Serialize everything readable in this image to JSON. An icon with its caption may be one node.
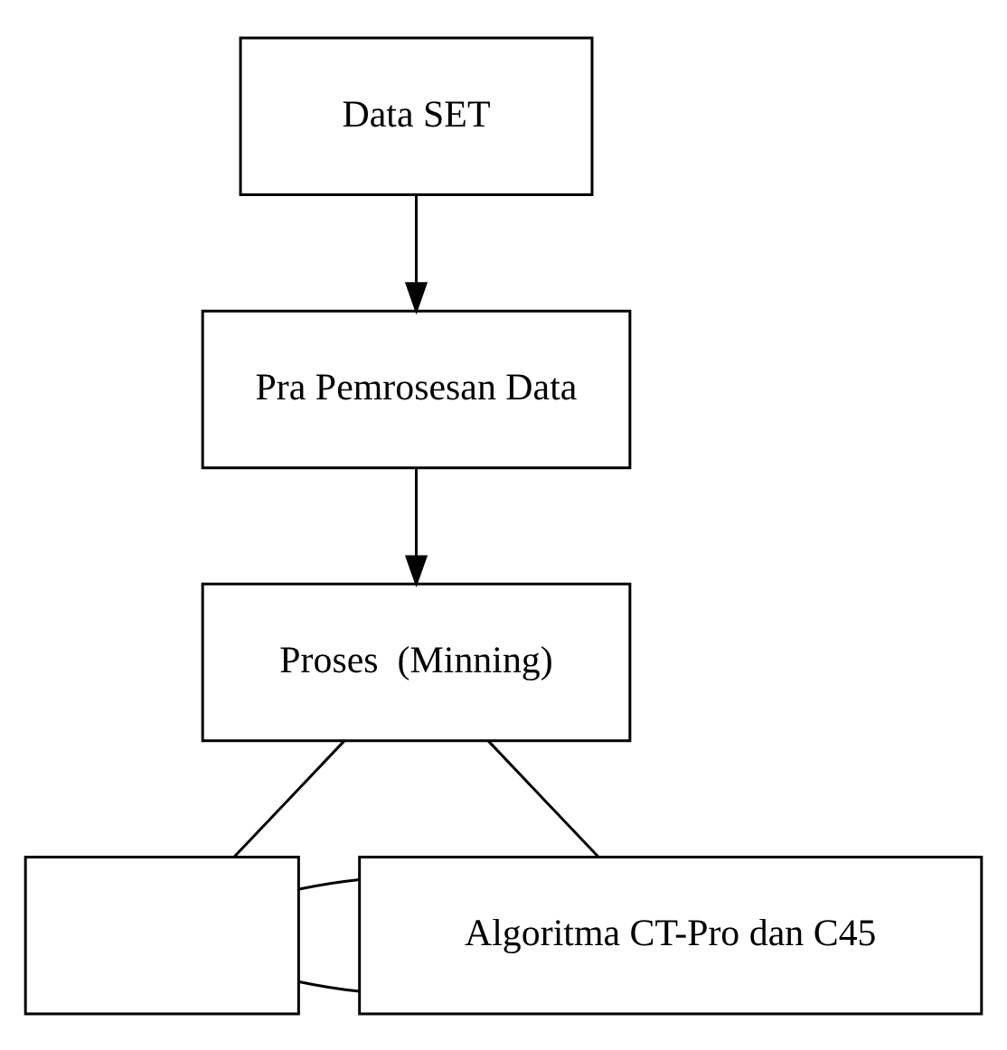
{
  "diagram": {
    "nodes": [
      {
        "text": [
          "Data SET"
        ]
      },
      {
        "text": [
          "Pra Pemrosesan Data"
        ]
      },
      {
        "text": [
          "Proses  (Minning)"
        ]
      },
      {
        "text": [],
        "shape": "box"
      },
      {
        "text": [
          "Algoritma CT-Pro dan C45"
        ]
      }
    ],
    "edges": [
      {
        "from": 0,
        "to": 1,
        "arrow": "to"
      },
      {
        "from": 1,
        "to": 2,
        "arrow": "to"
      },
      {
        "from": 2,
        "to": 3,
        "arrow": "none"
      },
      {
        "from": 2,
        "to": 4,
        "arrow": "none"
      },
      {
        "from": 3,
        "to": 4,
        "arrow": "none"
      },
      {
        "from": 3,
        "to": 4,
        "arrow": "none"
      }
    ]
  }
}
